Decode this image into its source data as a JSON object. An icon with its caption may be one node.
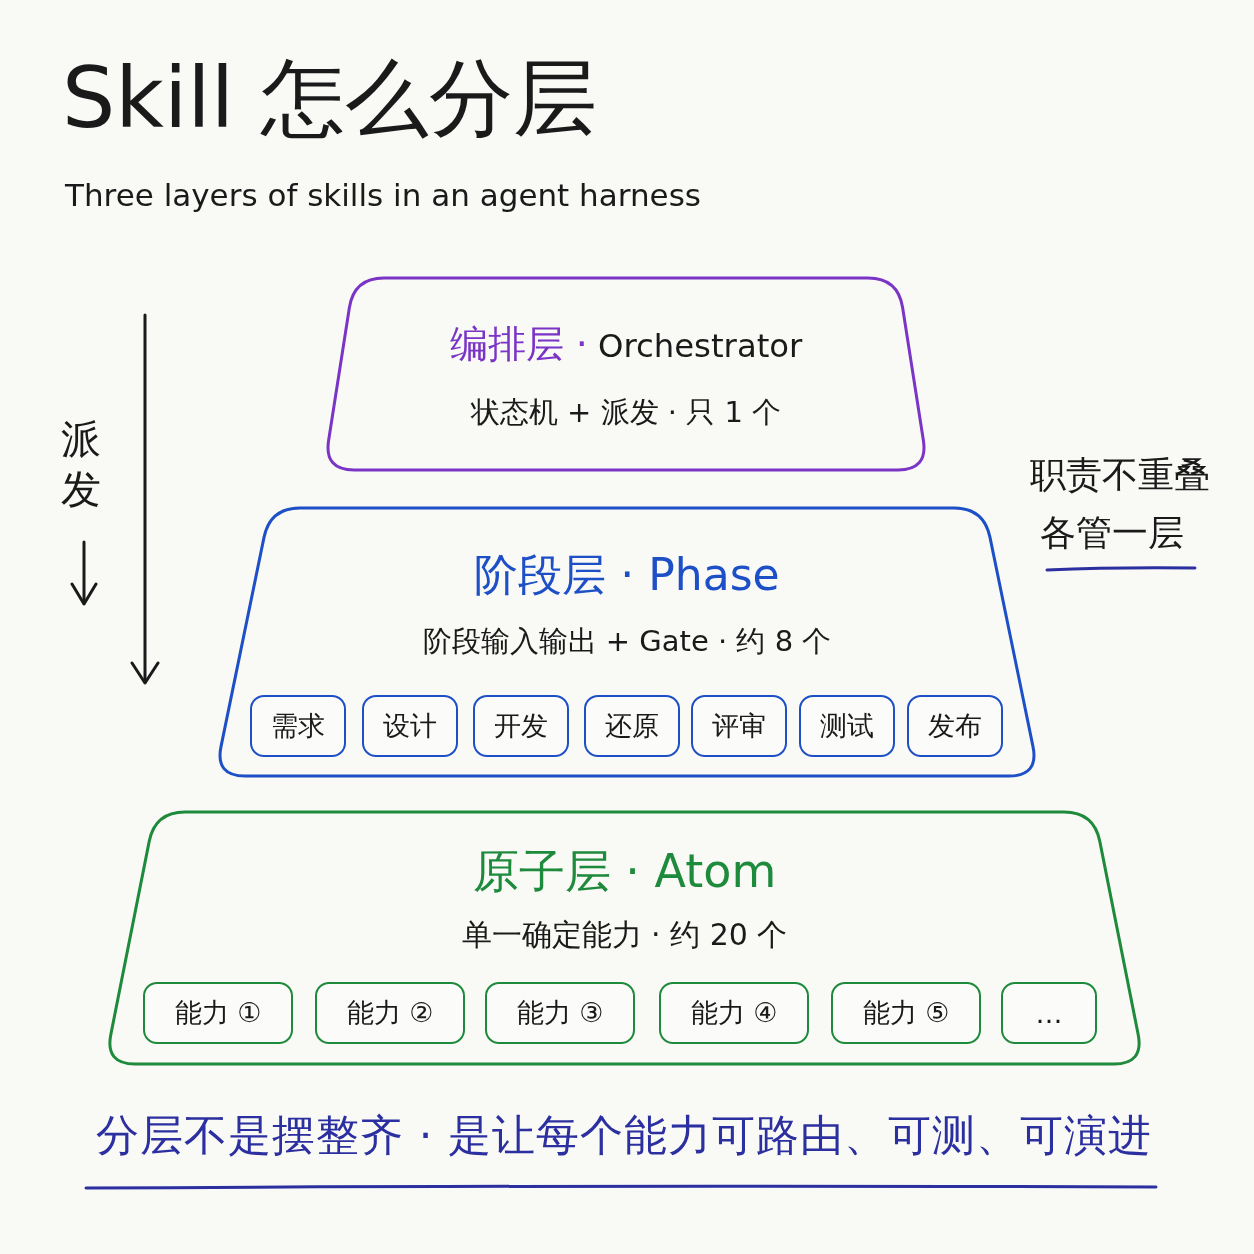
{
  "diagram": {
    "title": "Skill 怎么分层",
    "caption": "分层不是摆整齐 · 是让每个能力可路由、可测、可演进",
    "nodes": [
      {
        "text": [
          "编排层 · Orchestrator",
          "状态机 + 派发 · 只 1 个"
        ]
      },
      {
        "text": [
          "阶段层 · Phase",
          "阶段输入输出 + Gate · 约 8 个"
        ]
      },
      {
        "text": [
          "需求"
        ],
        "in": 1
      },
      {
        "text": [
          "设计"
        ],
        "in": 1
      },
      {
        "text": [
          "开发"
        ],
        "in": 1
      },
      {
        "text": [
          "还原"
        ],
        "in": 1
      },
      {
        "text": [
          "评审"
        ],
        "in": 1
      },
      {
        "text": [
          "测试"
        ],
        "in": 1
      },
      {
        "text": [
          "发布"
        ],
        "in": 1
      },
      {
        "text": [
          "原子层 · Atom",
          "单一确定能力 · 约 20 个"
        ]
      },
      {
        "text": [
          "能力 ①"
        ],
        "in": 9
      },
      {
        "text": [
          "能力 ②"
        ],
        "in": 9
      },
      {
        "text": [
          "能力 ③"
        ],
        "in": 9
      },
      {
        "text": [
          "能力 ④"
        ],
        "in": 9
      },
      {
        "text": [
          "能力 ⑤"
        ],
        "in": 9
      },
      {
        "text": [
          "…"
        ],
        "in": 9
      }
    ],
    "labels": [
      "Three layers of skills in an agent harness",
      "派发",
      "职责不重叠",
      "各管一层"
    ]
  }
}
